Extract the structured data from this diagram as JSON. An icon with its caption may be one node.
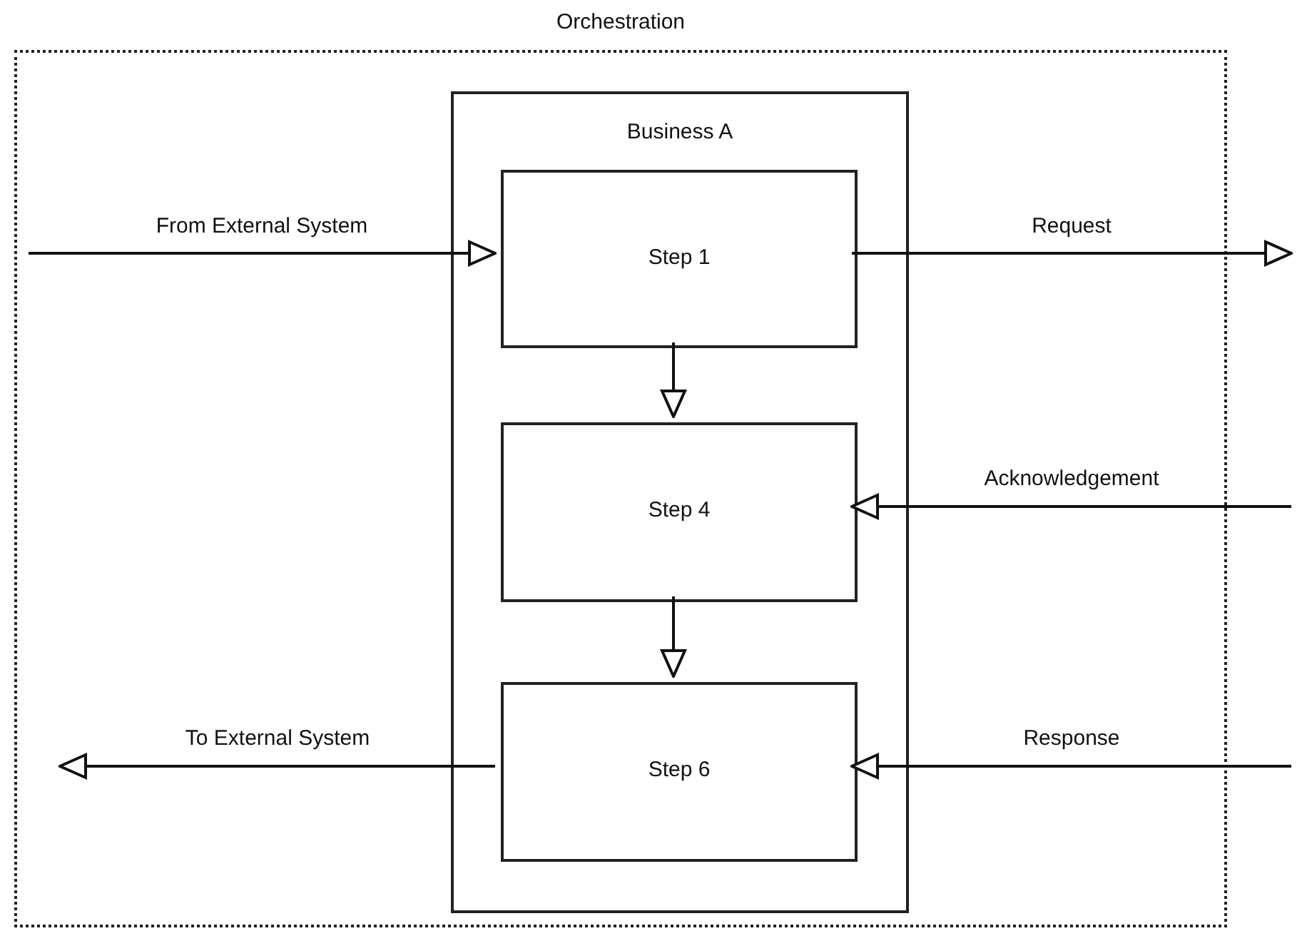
{
  "diagram": {
    "nodes": [
      {
        "text": [
          "Orchestration"
        ]
      },
      {
        "text": [
          "Business A"
        ],
        "in": 0
      },
      {
        "text": [
          "Step 1"
        ],
        "in": 1
      },
      {
        "text": [
          "Step 4"
        ],
        "in": 1
      },
      {
        "text": [
          "Step 6"
        ],
        "in": 1
      }
    ],
    "edges": [
      {
        "from": null,
        "to": 2,
        "arrow": "to",
        "label": "From External System"
      },
      {
        "from": 2,
        "to": null,
        "arrow": "to",
        "label": "Request"
      },
      {
        "from": 2,
        "to": 3,
        "arrow": "to"
      },
      {
        "from": 3,
        "to": 4,
        "arrow": "to"
      },
      {
        "from": null,
        "to": 3,
        "arrow": "to",
        "label": "Acknowledgement"
      },
      {
        "from": null,
        "to": 4,
        "arrow": "to",
        "label": "Response"
      },
      {
        "from": 4,
        "to": null,
        "arrow": "to",
        "label": "To External System"
      }
    ]
  }
}
